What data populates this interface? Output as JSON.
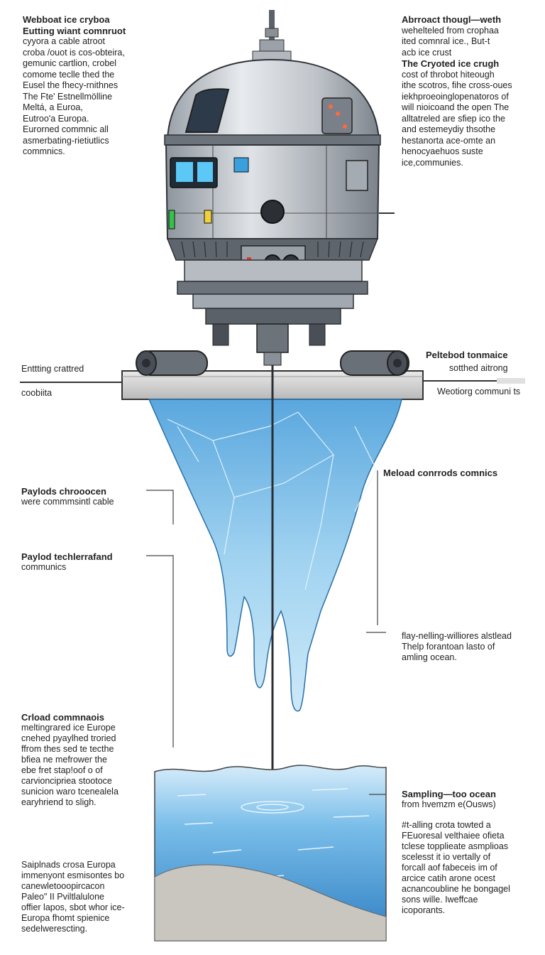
{
  "left_intro": {
    "lines": [
      "Webboat ice cryboa",
      "Eutting wiant comnruot",
      "cyyora a cable atroot",
      "croba /ouot is cos-obteira,",
      "gemunic cartlion, crobel",
      "comome teclle thed the",
      "Eusel the fhecy-rnithnes",
      "The Fte' Estnellmölline",
      "Meltá, a Euroa,",
      "Eutroo'a Europa.",
      "Eurorned commnic all",
      "asmerbating-rietiutlics",
      "commnics."
    ]
  },
  "right_intro": {
    "lines": [
      "Abrroact thougl—weth",
      "wehelteled from crophaa",
      "ited comnral ice., But-t",
      "acb ice crust"
    ],
    "heading": "The Cryoted ice crugh",
    "body": [
      "cost of throbot hiteough",
      "ithe scotros, fihe cross-oues",
      "iekhproeoinglopenatoros of",
      "will nioicoand the open The",
      "alltatreled are sfiep ico the",
      "and estemeydiy thsothe",
      "hestanorta ace-omte an",
      "henocyaehuos suste",
      "ice,communies."
    ]
  },
  "labels": {
    "entering_left": {
      "line1": "Enttting crattred",
      "line2": "coobiita"
    },
    "entering_right": {
      "line1": "Peltebod tonmaice",
      "line2": "sotthed aitrong",
      "line3": "Weotiorg communi ts"
    },
    "payload_1": {
      "heading": "Paylods chrooocen",
      "body": "were commmsintl cable"
    },
    "payload_2": {
      "heading": "Paylod techlerrafand",
      "body": "communics"
    },
    "meload": {
      "heading": "Meload conrrods comnics"
    },
    "melting_right": {
      "lines": [
        "flay-nelling-williores alstlead",
        "Thelp forantoan lasto of",
        "amling ocean."
      ]
    },
    "crload": {
      "heading": "Crload commnaois",
      "body": [
        "meltingrared ice Europe",
        "cnehed pyaylhed troried",
        "ffrom thes sed te tecthe",
        "bfiea ne mefrower the",
        "ebe fret stap!oof o of",
        "carvioncipriea stootoce",
        "sunicion waro tcenealela",
        "earyhriend to sligh."
      ]
    },
    "sampling": {
      "heading": "Sampling—too ocean",
      "sub": "from hvemzm e(Ousws)",
      "body": [
        "#t-alling crota towted a",
        "FEuoresal velthaiee ofieta",
        "tclese topplieate asmplioas",
        "scelesst it io vertally of",
        "forcall aof fabeceis im of",
        "arcice catih arone ocest",
        "acnancoubline he bongagel",
        "sons wille. Iweffcae",
        "icoporants."
      ]
    },
    "samplnads": {
      "lines": [
        "Saiplnads crosa Europa",
        "immenyont esmisontes bo",
        "canewletooopircacon",
        "Paleo\" II Pviltlalulone",
        "offier lapos, sbot whor ice-",
        "Europa fhomt spienice",
        "sedelwerescting."
      ]
    }
  },
  "colors": {
    "probe_body": "#c9ced4",
    "probe_dark": "#4a4f57",
    "ice": "#7fbfe6",
    "ice_dark": "#3f8fc8",
    "ocean": "#5aa8e0",
    "platform": "#d8d8d8",
    "screen": "#5cc8f5"
  }
}
